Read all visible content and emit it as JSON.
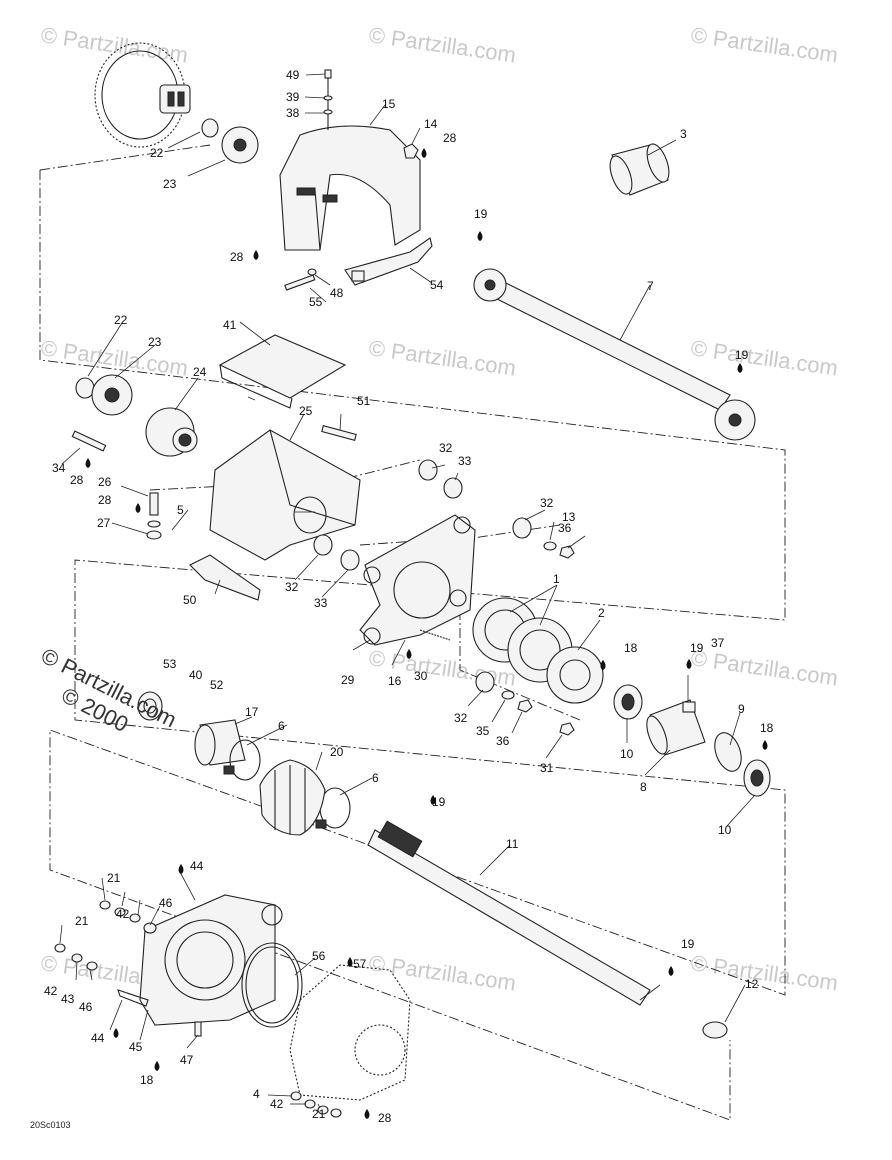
{
  "watermark": {
    "text": "© Partzilla.com",
    "foreground_lines": [
      "© Partzilla.com",
      "© 2000"
    ]
  },
  "reference_code": "20Sc0103",
  "callouts": [
    "1",
    "2",
    "3",
    "4",
    "5",
    "6",
    "7",
    "8",
    "9",
    "10",
    "11",
    "12",
    "13",
    "14",
    "15",
    "16",
    "17",
    "18",
    "19",
    "20",
    "21",
    "22",
    "23",
    "24",
    "25",
    "26",
    "27",
    "28",
    "29",
    "30",
    "31",
    "32",
    "33",
    "34",
    "35",
    "36",
    "37",
    "38",
    "39",
    "40",
    "41",
    "42",
    "43",
    "44",
    "45",
    "46",
    "47",
    "48",
    "49",
    "50",
    "51",
    "52",
    "53",
    "54",
    "55",
    "56",
    "57"
  ]
}
